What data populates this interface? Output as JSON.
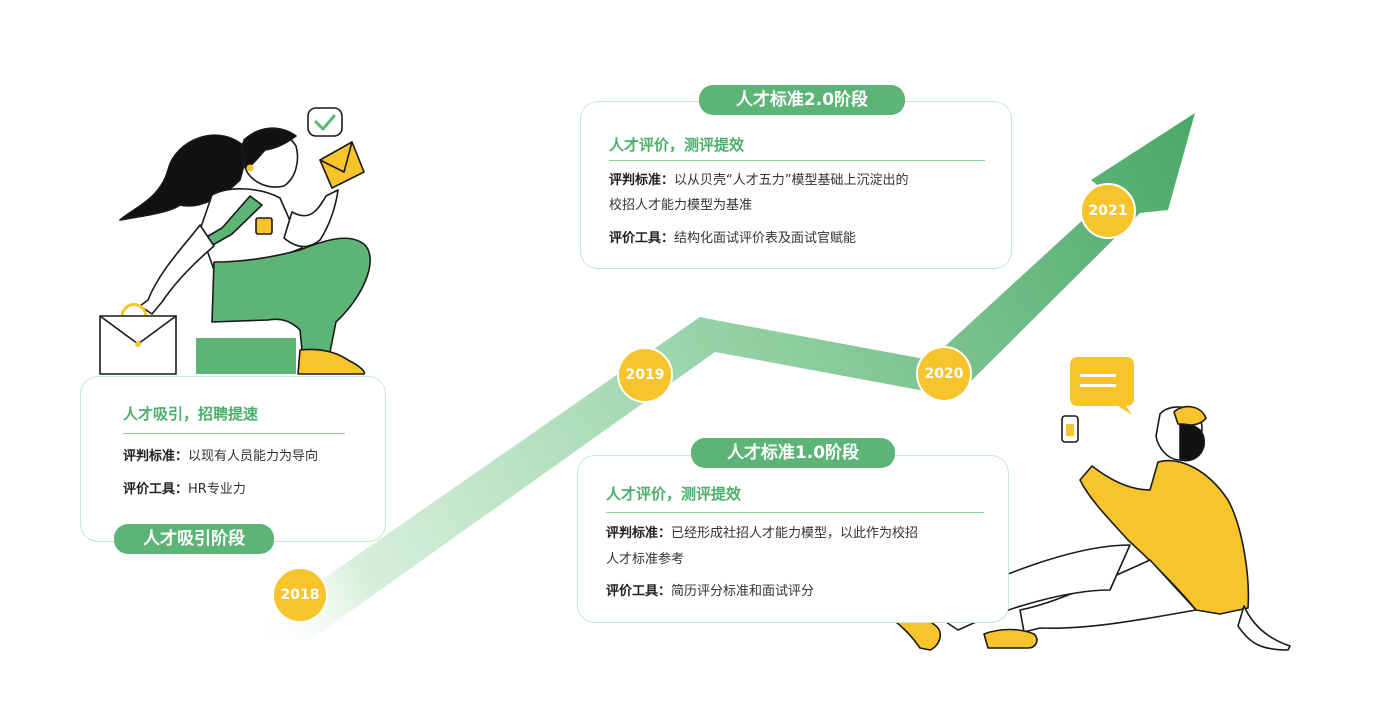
{
  "stages": [
    {
      "id": "attract",
      "title": "人才吸引阶段",
      "subtitle": "人才吸引，招聘提速",
      "criteria_label": "评判标准：",
      "criteria_text": "以现有人员能力为导向",
      "criteria_text2": "",
      "tools_label": "评价工具：",
      "tools_text": "HR专业力"
    },
    {
      "id": "v1",
      "title": "人才标准1.0阶段",
      "subtitle": "人才评价，测评提效",
      "criteria_label": "评判标准：",
      "criteria_text": "已经形成社招人才能力模型，以此作为校招",
      "criteria_text2": "人才标准参考",
      "tools_label": "评价工具：",
      "tools_text": "简历评分标准和面试评分"
    },
    {
      "id": "v2",
      "title": "人才标准2.0阶段",
      "subtitle": "人才评价，测评提效",
      "criteria_label": "评判标准：",
      "criteria_text": "以从贝壳“人才五力”模型基础上沉淀出的",
      "criteria_text2": "校招人才能力模型为基准",
      "tools_label": "评价工具：",
      "tools_text": "结构化面试评价表及面试官赋能"
    }
  ],
  "years": [
    "2018",
    "2019",
    "2020",
    "2021"
  ],
  "colors": {
    "green": "#5cb577",
    "green_dark": "#4aa867",
    "yellow": "#f7c52b",
    "card_border": "#c9e6cf",
    "text": "#333333"
  },
  "icons": [
    "checkmark-bubble-icon",
    "envelope-icon",
    "briefcase-icon",
    "chat-bubble-icon",
    "phone-icon"
  ]
}
